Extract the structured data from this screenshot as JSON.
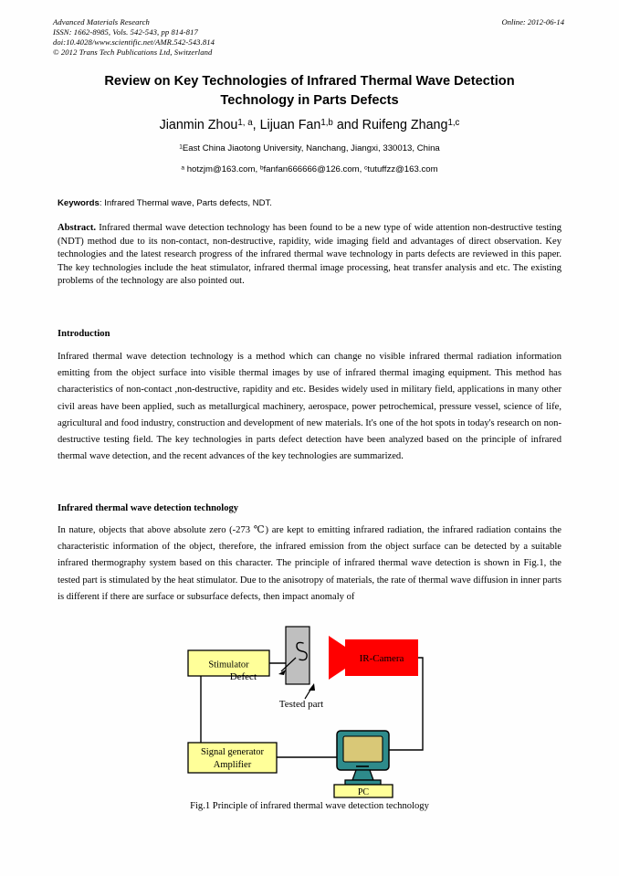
{
  "masthead": {
    "journal": "Advanced Materials Research",
    "issn_line": "ISSN: 1662-8985, Vols. 542-543, pp 814-817",
    "doi_line": "doi:10.4028/www.scientific.net/AMR.542-543.814",
    "copyright_line": "© 2012 Trans Tech Publications Ltd, Switzerland",
    "online_date": "Online: 2012-06-14"
  },
  "title": {
    "line1": "Review on Key Technologies of Infrared Thermal Wave Detection",
    "line2": "Technology in Parts Defects"
  },
  "authors": {
    "name1": "Jianmin Zhou",
    "sup1": "1, a",
    "sep1": ", ",
    "name2": "Lijuan Fan",
    "sup2": "1,b",
    "sep2": " and ",
    "name3": "Ruifeng Zhang",
    "sup3": "1,c",
    "affiliation_sup": "1",
    "affiliation": "East China Jiaotong University, Nanchang, Jiangxi, 330013, China",
    "email_sup_a": "a",
    "email_a": " hotzjm@163.com, ",
    "email_sup_b": "b",
    "email_b": "fanfan666666@126.com, ",
    "email_sup_c": "c",
    "email_c": "tutuffzz@163.com"
  },
  "keywords": {
    "label": "Keywords",
    "separator": ": ",
    "value": "Infrared Thermal wave, Parts defects, NDT."
  },
  "abstract": {
    "label": "Abstract.",
    "text": " Infrared thermal wave detection technology has been found to be a new type of wide attention non-destructive testing (NDT) method due to its non-contact, non-destructive, rapidity, wide imaging field and advantages of direct observation. Key technologies and the latest research progress of the infrared thermal wave technology in parts defects are reviewed in this paper. The key technologies include the heat stimulator, infrared thermal image processing, heat transfer analysis and etc. The existing problems of the technology are also pointed out."
  },
  "sections": [
    {
      "heading": "Introduction",
      "body": "Infrared thermal wave detection technology is a method which can change no visible infrared thermal radiation information emitting from the object surface into visible thermal images by use of infrared thermal imaging equipment. This method has characteristics of non-contact ,non-destructive, rapidity and etc. Besides widely used in military field, applications in many other civil areas have been applied, such as metallurgical machinery, aerospace, power petrochemical, pressure vessel, science of life, agricultural and food industry, construction and development of new materials. It's one of the hot spots in today's research on non-destructive testing field. The key technologies in parts defect detection have been analyzed based on the principle of infrared thermal wave detection, and the recent advances of the key technologies are summarized."
    },
    {
      "heading": "Infrared thermal wave detection technology",
      "body": "In nature, objects that above absolute zero (-273 ℃) are kept to emitting infrared radiation, the infrared radiation contains the characteristic information of the object, therefore, the infrared emission from the object surface can be detected by a suitable infrared thermography system based on this character. The principle of infrared thermal wave detection is shown in Fig.1, the tested part is stimulated by the heat stimulator. Due to the anisotropy of materials, the rate of thermal wave diffusion in inner parts is different if there are surface or subsurface defects, then impact anomaly of"
    }
  ],
  "figure": {
    "caption": "Fig.1 Principle of infrared thermal wave detection technology",
    "labels": {
      "stimulator": "Stimulator",
      "signal_generator_line1": "Signal generator",
      "signal_generator_line2": "Amplifier",
      "ir_camera": "IR-Camera",
      "pc": "PC",
      "defect": "Defect",
      "tested_part": "Tested part"
    },
    "colors": {
      "box_fill": "#ffff99",
      "box_stroke": "#000000",
      "camera_fill": "#ff0000",
      "part_fill": "#bfbfbf",
      "monitor_body": "#2e8b8b",
      "monitor_screen": "#d9c877",
      "line": "#000000"
    }
  }
}
